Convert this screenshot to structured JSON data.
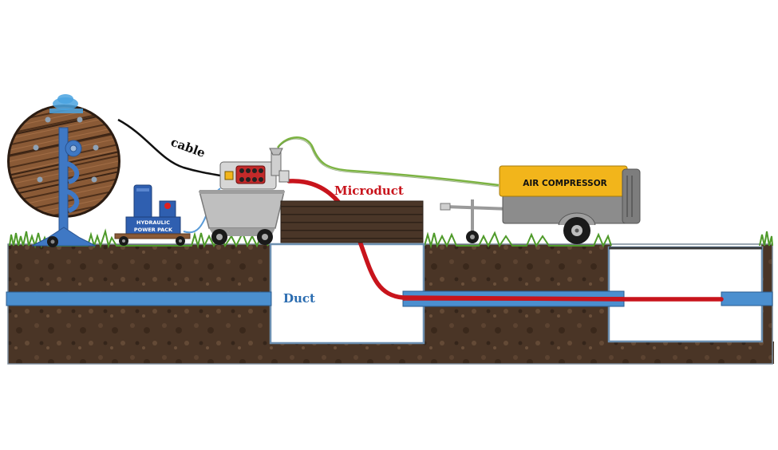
{
  "labels": {
    "cable": "cable",
    "microduct": "Microduct",
    "duct": "Duct",
    "hydraulic_line1": "HYDRAULIC",
    "hydraulic_line2": "POWER PACK",
    "compressor": "AIR COMPRESSOR"
  },
  "colors": {
    "soil": "#4a3526",
    "grass": "#4f9a2a",
    "duct": "#4b8fcf",
    "microduct": "#c8141c",
    "pit_border": "#6c8fb0",
    "compressor_yellow": "#f2b51b",
    "compressor_grey": "#8c8c8c",
    "hydraulic_blue": "#2f5fb0",
    "drum_wood": "#8a5a36",
    "air_hose": "#7cb342"
  }
}
